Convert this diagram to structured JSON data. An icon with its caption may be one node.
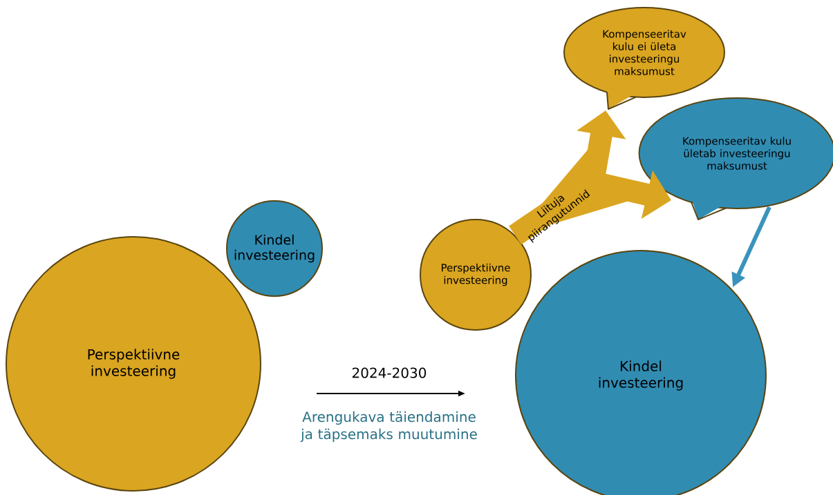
{
  "diagram": {
    "nodes": [
      {
        "text": [
          "Perspektiivne investeering"
        ]
      },
      {
        "text": [
          "Kindel investeering"
        ]
      },
      {
        "text": [
          "Perspektiivne investeering"
        ]
      },
      {
        "text": [
          "Kompenseeritav kulu ei ületa investeeringu maksumust"
        ]
      },
      {
        "text": [
          "Kompenseeritav kulu ületab investeeringu maksumust"
        ]
      },
      {
        "text": [
          "Kindel investeering"
        ]
      }
    ],
    "edges": [
      {
        "from": 2,
        "to": 3,
        "arrow": "to",
        "color": "#daa520",
        "label": "Liituja piirangutunnid"
      },
      {
        "from": 2,
        "to": 4,
        "arrow": "to",
        "color": "#daa520"
      },
      {
        "from": 4,
        "to": 5,
        "arrow": "to",
        "color": "#3a93bc"
      }
    ],
    "labels": [
      "2024-2030",
      "Arengukava täiendamine ja täpsemaks muutumine"
    ]
  }
}
